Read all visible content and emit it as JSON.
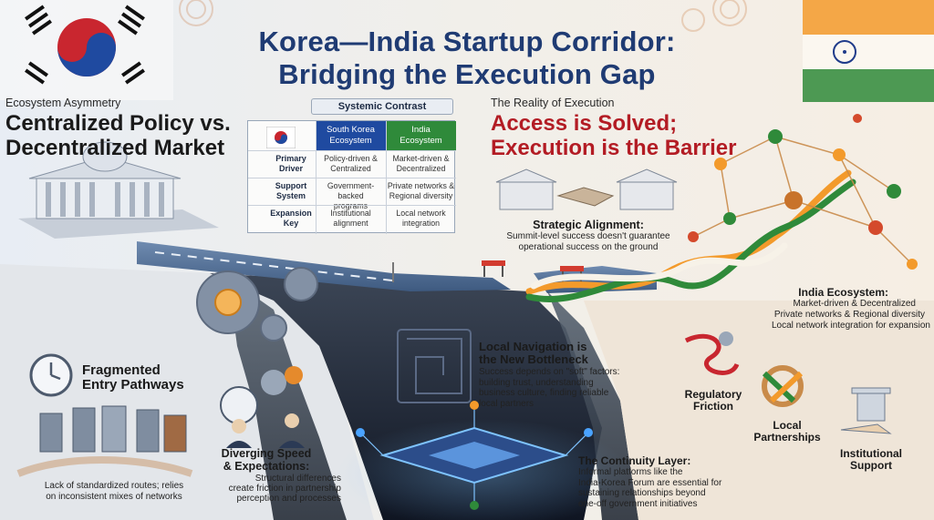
{
  "title": {
    "line1": "Korea—India Startup Corridor:",
    "line2": "Bridging the Execution Gap"
  },
  "left_section": {
    "caption": "Ecosystem Asymmetry",
    "headline_line1": "Centralized Policy vs.",
    "headline_line2": "Decentralized Market"
  },
  "systemic_contrast": {
    "label": "Systemic Contrast",
    "columns": [
      {
        "line1": "South Korea",
        "line2": "Ecosystem"
      },
      {
        "line1": "India",
        "line2": "Ecosystem"
      }
    ],
    "rows": [
      {
        "label1": "Primary",
        "label2": "Driver",
        "korea1": "Policy-driven &",
        "korea2": "Centralized",
        "india1": "Market-driven &",
        "india2": "Decentralized"
      },
      {
        "label1": "Support",
        "label2": "System",
        "korea1": "Government-backed",
        "korea2": "programs",
        "india1": "Private networks &",
        "india2": "Regional diversity"
      },
      {
        "label1": "Expansion",
        "label2": "Key",
        "korea1": "Institutional",
        "korea2": "alignment",
        "india1": "Local network",
        "india2": "integration"
      }
    ]
  },
  "execution": {
    "caption": "The Reality of Execution",
    "headline_line1": "Access is Solved;",
    "headline_line2": "Execution is the Barrier"
  },
  "strategic_alignment": {
    "heading": "Strategic Alignment:",
    "line1": "Summit-level success doesn't guarantee",
    "line2": "operational success on the ground"
  },
  "india_ecosystem": {
    "heading": "India Ecosystem:",
    "line1": "Market-driven & Decentralized",
    "line2": "Private networks & Regional diversity",
    "line3": "Local network integration for expansion"
  },
  "fragmented": {
    "line1": "Fragmented",
    "line2": "Entry Pathways",
    "desc1": "Lack of standardized routes; relies",
    "desc2": "on inconsistent mixes of networks"
  },
  "diverging": {
    "line1": "Diverging Speed",
    "line2": "& Expectations:",
    "desc1": "Structural differences",
    "desc2": "create friction in partnership",
    "desc3": "perception and processes"
  },
  "local_navigation": {
    "line1": "Local Navigation is",
    "line2": "the New Bottleneck",
    "desc1": "Success depends on \"soft\" factors:",
    "desc2": "building trust, understanding",
    "desc3": "business culture, finding reliable",
    "desc4": "local partners"
  },
  "continuity": {
    "heading": "The Continuity Layer:",
    "desc1": "Informal platforms like the",
    "desc2": "India-Korea Forum are essential for",
    "desc3": "sustaining relationships beyond",
    "desc4": "one-off government initiatives"
  },
  "pillars": {
    "regulatory1": "Regulatory",
    "regulatory2": "Friction",
    "local1": "Local",
    "local2": "Partnerships",
    "institutional1": "Institutional",
    "institutional2": "Support"
  },
  "colors": {
    "title_blue": "#1f3b73",
    "korea_blue": "#1f4aa0",
    "india_green": "#2f8a3a",
    "india_saffron": "#f39a2b",
    "barrier_red": "#b31c24"
  }
}
